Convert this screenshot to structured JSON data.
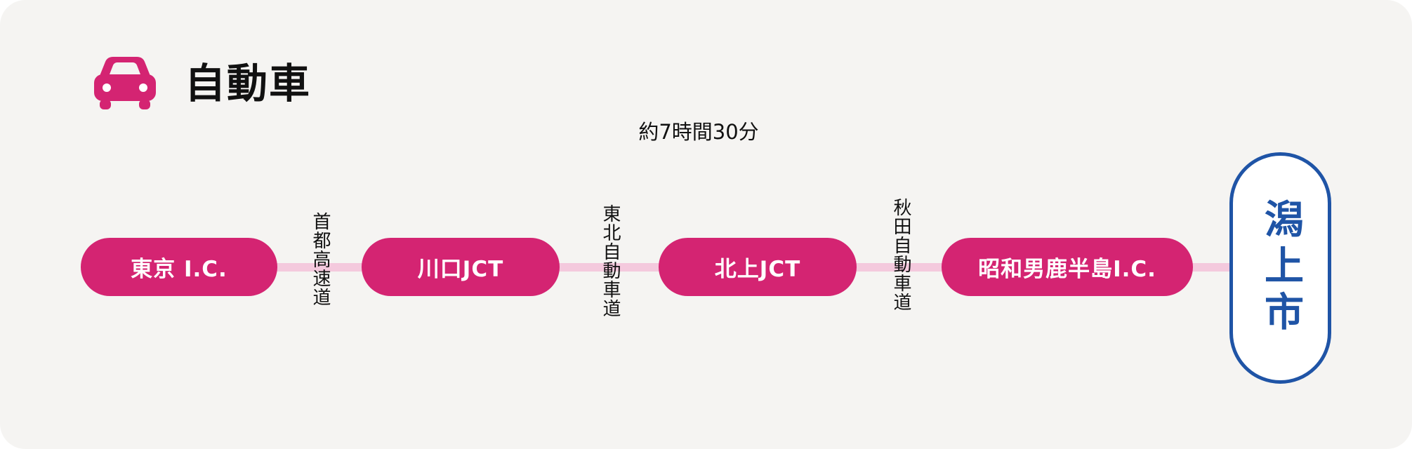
{
  "header": {
    "title": "自動車",
    "icon": "car-icon"
  },
  "duration": "約7時間30分",
  "stops": [
    {
      "label": "東京 I.C."
    },
    {
      "label": "川口JCT"
    },
    {
      "label": "北上JCT"
    },
    {
      "label": "昭和男鹿半島I.C."
    }
  ],
  "roads": [
    {
      "label": "首都高速道"
    },
    {
      "label": "東北自動車道"
    },
    {
      "label": "秋田自動車道"
    }
  ],
  "destination": {
    "label": "潟上市"
  },
  "colors": {
    "background": "#f5f4f2",
    "accent": "#d42472",
    "line": "#f4c9dd",
    "destination": "#1f54a6",
    "text": "#111111"
  }
}
